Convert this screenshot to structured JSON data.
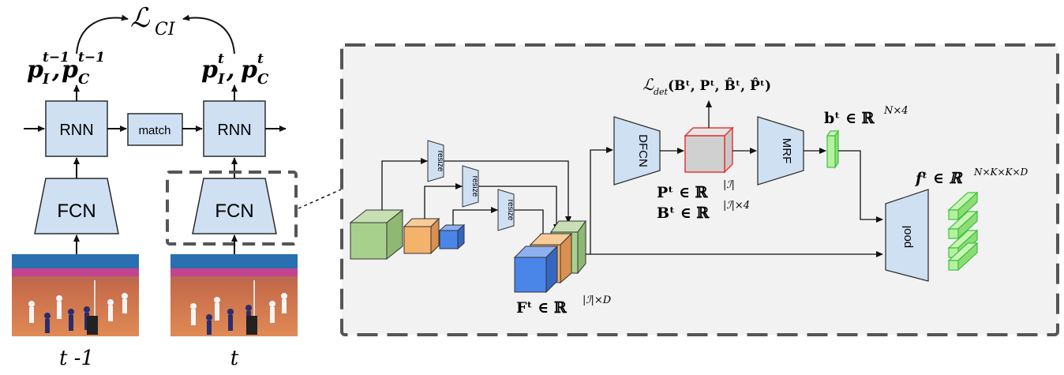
{
  "left_column": {
    "loss_top": "ℒ",
    "loss_top_sub": "CI",
    "pred_prev": "p",
    "pred_prev_sup": "t−1",
    "pred_prev_sub_i": "I",
    "pred_prev_sub_c": "C",
    "pred_curr": "p",
    "pred_curr_sup": "t",
    "rnn_label": "RNN",
    "match_label": "match",
    "fcn_label": "FCN",
    "time_prev": "t -1",
    "time_curr": "t"
  },
  "detail_panel": {
    "loss_det": "ℒ",
    "loss_det_sub": "det",
    "loss_det_args": "(Bᵗ, Pᵗ, B̂ᵗ, P̂ᵗ)",
    "resize_label": "resize",
    "dfcn_label": "DFCN",
    "mrf_label": "MRF",
    "pool_label": "pool",
    "b_label": "bᵗ ∈ ℝ",
    "b_sup": "N×4",
    "p_label": "Pᵗ ∈ ℝ",
    "p_sup": "|ℐ|",
    "B_label": "Bᵗ ∈ ℝ",
    "B_sup": "|ℐ|×4",
    "f_label": "fᵗ ∈ ℝ",
    "f_sup": "N×K×K×D",
    "F_label": "Fᵗ ∈ ℝ",
    "F_sup": "|ℐ|×D"
  },
  "colors": {
    "block_fill": "#cfe0f3",
    "block_stroke": "#2b2b2b",
    "green": "#a8d08d",
    "orange": "#f4b26b",
    "blue": "#4a86e8",
    "gray_panel": "#f2f2f2",
    "red": "#e53935",
    "light_green": "#b6f0a0"
  },
  "images": {
    "frame_prev_icon": "volleyball-frame-thumbnail",
    "frame_curr_icon": "volleyball-frame-thumbnail"
  }
}
